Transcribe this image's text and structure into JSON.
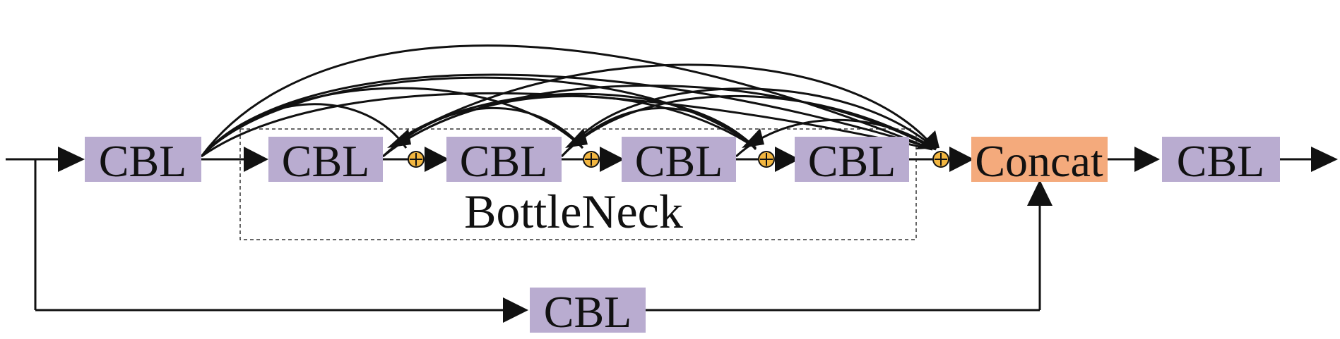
{
  "colors": {
    "cbl_fill": "#b9acd0",
    "concat_fill": "#f4aa7c",
    "add_fill": "#f2b640",
    "line": "#111111"
  },
  "nodes": {
    "cbl_in": "CBL",
    "bn_cbl_1": "CBL",
    "bn_cbl_2": "CBL",
    "bn_cbl_3": "CBL",
    "bn_cbl_4": "CBL",
    "concat": "Concat",
    "cbl_out": "CBL",
    "cbl_skip": "CBL"
  },
  "bottleneck_label": "BottleNeck",
  "icons": {
    "add": "circle-plus-icon",
    "arrow": "arrowhead-icon"
  }
}
